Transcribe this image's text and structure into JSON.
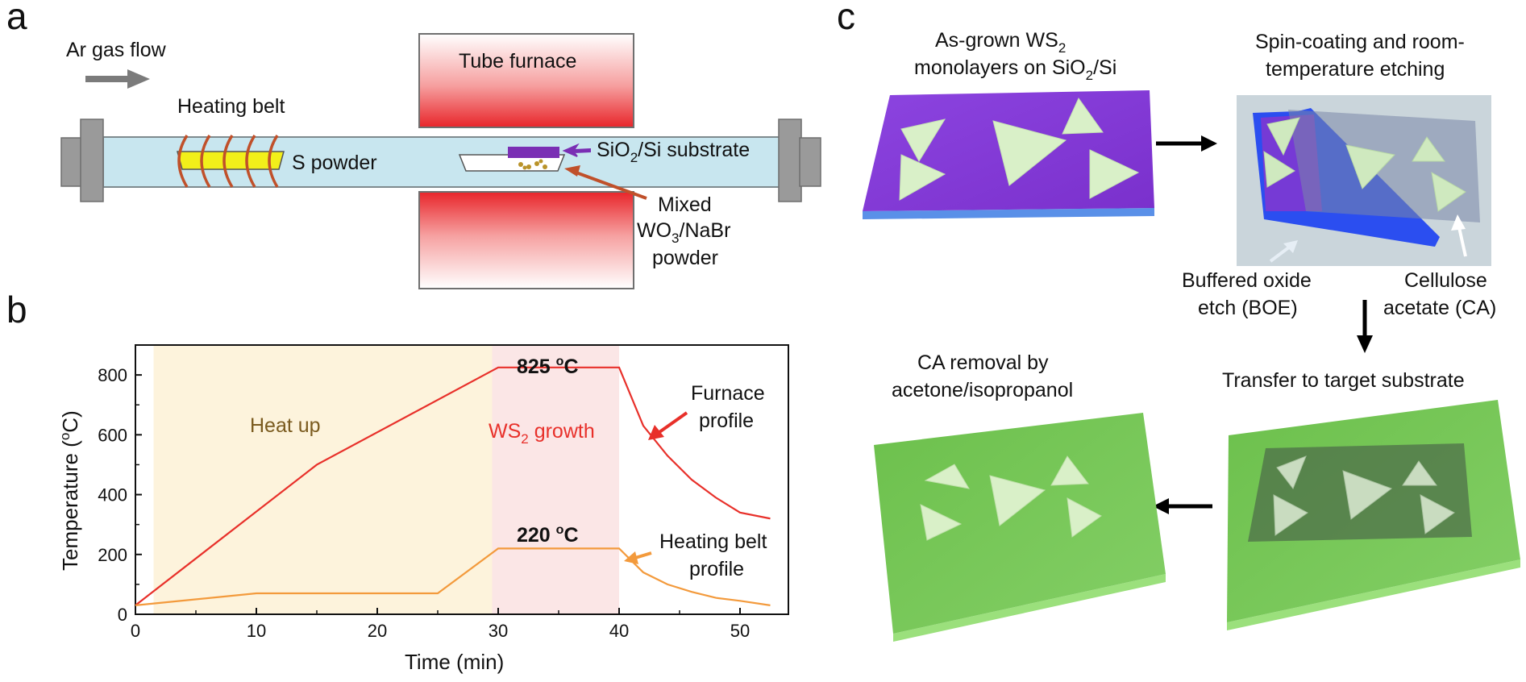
{
  "panel_letters": {
    "a": "a",
    "b": "b",
    "c": "c"
  },
  "panel_a": {
    "ar_flow": "Ar gas flow",
    "heating_belt": "Heating belt",
    "tube_furnace": "Tube furnace",
    "s_powder": "S powder",
    "substrate": {
      "main": "SiO",
      "sub": "2",
      "rest": "/Si substrate"
    },
    "mixed_1": "Mixed",
    "mixed_2": {
      "a": "WO",
      "sub": "3",
      "b": "/NaBr"
    },
    "mixed_3": "powder"
  },
  "panel_c": {
    "step1_line1": {
      "a": "As-grown WS",
      "sub": "2"
    },
    "step1_line2": {
      "a": "monolayers  on SiO",
      "sub": "2",
      "b": "/Si"
    },
    "step2_line1": "Spin-coating and room-",
    "step2_line2": "temperature etching",
    "boe_1": "Buffered oxide",
    "boe_2": "etch (BOE)",
    "ca_1": "Cellulose",
    "ca_2": "acetate (CA)",
    "step3": "Transfer to target substrate",
    "step4_line1": "CA removal by",
    "step4_line2": "acetone/isopropanol"
  },
  "chart_data": {
    "type": "line",
    "xlabel": "Time (min)",
    "ylabel": "Temperature (°C)",
    "ylabel_parts": {
      "a": "Temperature (",
      "sup": "o",
      "b": "C)"
    },
    "xlim": [
      0,
      54
    ],
    "ylim": [
      0,
      900
    ],
    "xticks": [
      0,
      10,
      20,
      30,
      40,
      50
    ],
    "yticks": [
      0,
      200,
      400,
      600,
      800
    ],
    "regions": [
      {
        "name": "Heat up",
        "x": [
          1.5,
          29.5
        ],
        "color": "#fdf3dc"
      },
      {
        "name": "WS2 growth",
        "x": [
          29.5,
          40
        ],
        "color": "#fbe6e6"
      }
    ],
    "region_labels": {
      "heat_up": "Heat up",
      "growth": {
        "a": "WS",
        "sub": "2",
        "b": " growth"
      }
    },
    "series": [
      {
        "name": "Furnace profile",
        "color": "#e8302a",
        "x": [
          0,
          15,
          30,
          40,
          42,
          44,
          46,
          48,
          50,
          52.5
        ],
        "y": [
          30,
          500,
          825,
          825,
          630,
          530,
          450,
          390,
          340,
          320
        ]
      },
      {
        "name": "Heating belt profile",
        "color": "#f39a3c",
        "x": [
          0,
          10,
          25,
          30,
          40,
          42,
          44,
          46,
          48,
          50,
          52.5
        ],
        "y": [
          30,
          70,
          70,
          220,
          220,
          140,
          100,
          75,
          55,
          45,
          30
        ]
      }
    ],
    "annotations": {
      "t825": {
        "a": "825 ",
        "sup": "o",
        "b": "C"
      },
      "t220": {
        "a": "220 ",
        "sup": "o",
        "b": "C"
      },
      "furnace_1": "Furnace",
      "furnace_2": "profile",
      "belt_1": "Heating belt",
      "belt_2": "profile"
    }
  },
  "colors": {
    "tube": "#c8e6ef",
    "flange": "#9a9a9a",
    "furnace_hot": "#e8252a",
    "coil": "#c0502a",
    "belt": "#f2ef1a",
    "purple": "#7a2fb4",
    "violet_substrate": "#8a3fd8",
    "green_substrate": "#76c55a",
    "flake": "#d9f0c8"
  }
}
